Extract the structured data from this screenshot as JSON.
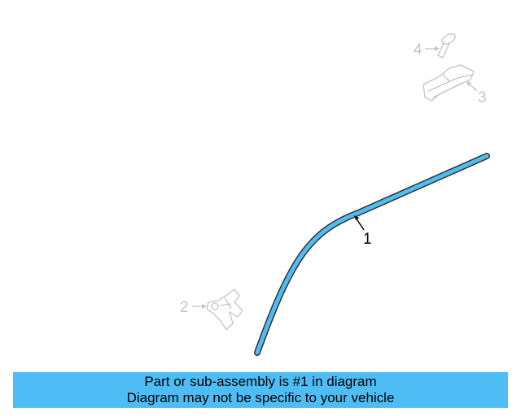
{
  "diagram": {
    "callouts": {
      "part1": "1",
      "part2": "2",
      "part3": "3",
      "part4": "4"
    },
    "highlight_color": "#4fbdf5",
    "faded_color": "#c4c4c4"
  },
  "banner": {
    "line1": "Part or sub-assembly is #1 in diagram",
    "line2": "Diagram may not be specific to your vehicle",
    "background": "#4fbdf5"
  }
}
